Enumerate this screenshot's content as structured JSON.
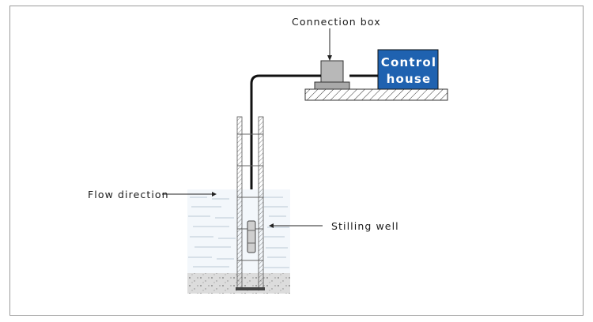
{
  "labels": {
    "connection_box": "Connection box",
    "control_house_line1": "Control",
    "control_house_line2": "house",
    "flow_direction": "Flow direction",
    "stilling_well": "Stilling well"
  },
  "colors": {
    "control_house_fill": "#1f62b0",
    "cable": "#111111",
    "connection_box_fill": "#b8b8b8",
    "border": "#9a9a9a"
  }
}
